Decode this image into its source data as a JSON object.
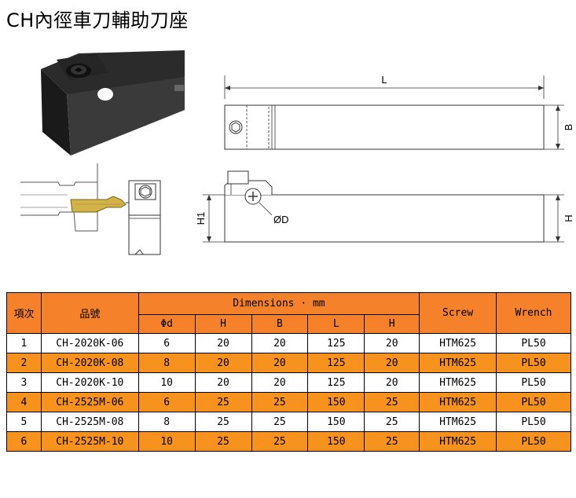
{
  "title": "CH內徑車刀輔助刀座",
  "drawing_labels": {
    "length": "L",
    "width": "B",
    "height": "H",
    "height1": "H1",
    "diameter": "ØD"
  },
  "table": {
    "header_item": "項次",
    "header_part": "品號",
    "header_dimensions": "Dimensions · mm",
    "sub_headers": [
      "Φd",
      "H",
      "B",
      "L",
      "H"
    ],
    "header_screw": "Screw",
    "header_wrench": "Wrench",
    "rows": [
      {
        "item": "1",
        "part": "CH-2020K-06",
        "d": "6",
        "h": "20",
        "b": "20",
        "l": "125",
        "h2": "20",
        "screw": "HTM625",
        "wrench": "PL50"
      },
      {
        "item": "2",
        "part": "CH-2020K-08",
        "d": "8",
        "h": "20",
        "b": "20",
        "l": "125",
        "h2": "20",
        "screw": "HTM625",
        "wrench": "PL50"
      },
      {
        "item": "3",
        "part": "CH-2020K-10",
        "d": "10",
        "h": "20",
        "b": "20",
        "l": "125",
        "h2": "20",
        "screw": "HTM625",
        "wrench": "PL50"
      },
      {
        "item": "4",
        "part": "CH-2525M-06",
        "d": "6",
        "h": "25",
        "b": "25",
        "l": "150",
        "h2": "25",
        "screw": "HTM625",
        "wrench": "PL50"
      },
      {
        "item": "5",
        "part": "CH-2525M-08",
        "d": "8",
        "h": "25",
        "b": "25",
        "l": "150",
        "h2": "25",
        "screw": "HTM625",
        "wrench": "PL50"
      },
      {
        "item": "6",
        "part": "CH-2525M-10",
        "d": "10",
        "h": "25",
        "b": "25",
        "l": "150",
        "h2": "25",
        "screw": "HTM625",
        "wrench": "PL50"
      }
    ]
  }
}
